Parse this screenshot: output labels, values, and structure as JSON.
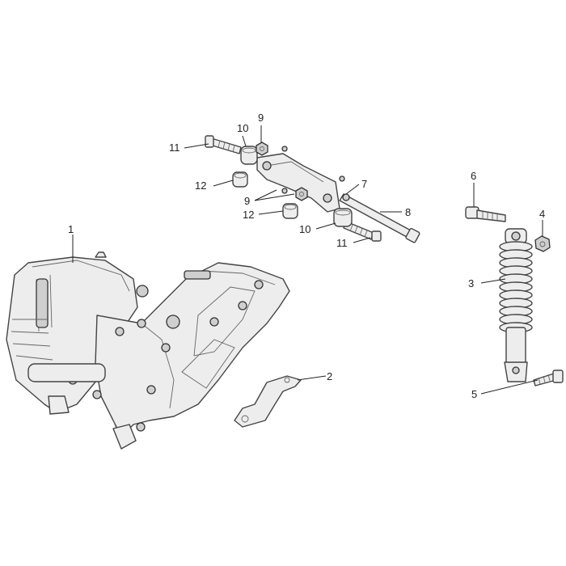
{
  "callouts": [
    "1",
    "2",
    "3",
    "4",
    "5",
    "6",
    "7",
    "8",
    "9",
    "10",
    "9",
    "10",
    "11",
    "11",
    "12",
    "12"
  ]
}
